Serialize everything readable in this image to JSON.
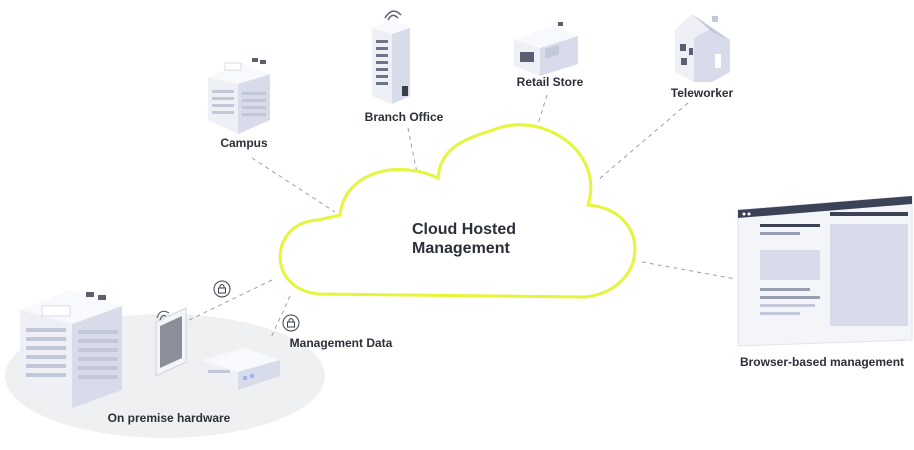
{
  "cloud": {
    "title_line1": "Cloud Hosted",
    "title_line2": "Management"
  },
  "sites": {
    "campus": "Campus",
    "branch_office": "Branch Office",
    "retail_store": "Retail Store",
    "teleworker": "Teleworker"
  },
  "browser": {
    "label": "Browser-based management"
  },
  "on_premise": {
    "label": "On premise hardware",
    "data_label": "Management Data"
  },
  "colors": {
    "cloud_outline": "#e4f53a",
    "connector": "#9aa0a8",
    "building_light": "#eef0f6",
    "building_mid": "#d8dcea",
    "building_dark": "#5a6072",
    "ground": "#eef0f2"
  }
}
